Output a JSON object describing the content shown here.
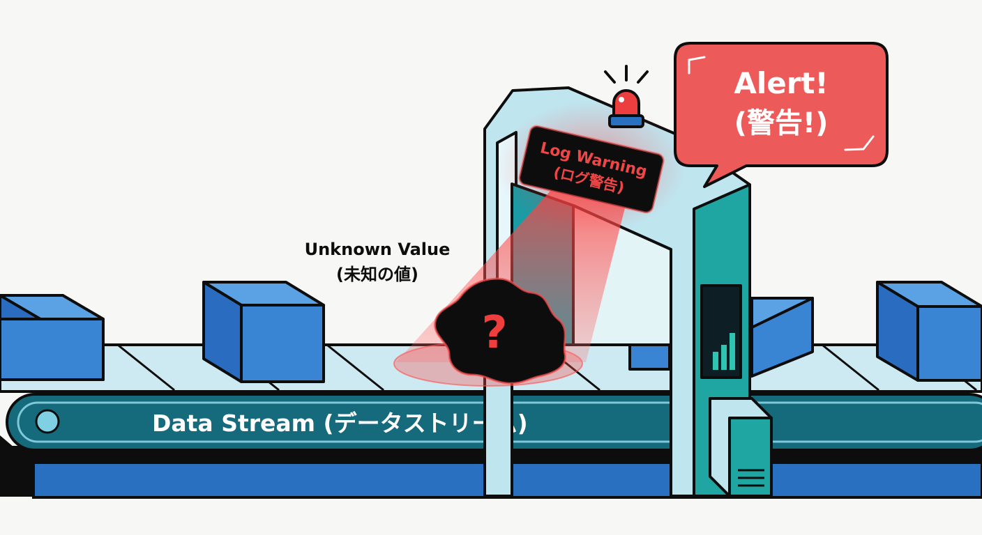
{
  "scene": {
    "stream_label": "Data Stream (データストリーム)",
    "unknown_label": {
      "line1": "Unknown Value",
      "line2": "(未知の値)"
    },
    "unknown_symbol": "?",
    "log_sign": {
      "line1": "Log Warning",
      "line2": "(ログ警告)"
    },
    "alert": {
      "line1": "Alert!",
      "line2": "(警告!)"
    }
  },
  "colors": {
    "background": "#f7f7f5",
    "box_blue": "#3a84d4",
    "belt_top": "#cdeaf2",
    "belt_band": "#156a7c",
    "belt_base": "#2a70c0",
    "gate_frame": "#bfe5ef",
    "gate_teal": "#1fa6a2",
    "alert_red": "#ec5a5a",
    "warning_text": "#ef4646",
    "outline": "#0d0d0d"
  },
  "icons": [
    "siren-icon",
    "question-mark-icon",
    "bar-chart-icon",
    "vent-lines-icon"
  ]
}
